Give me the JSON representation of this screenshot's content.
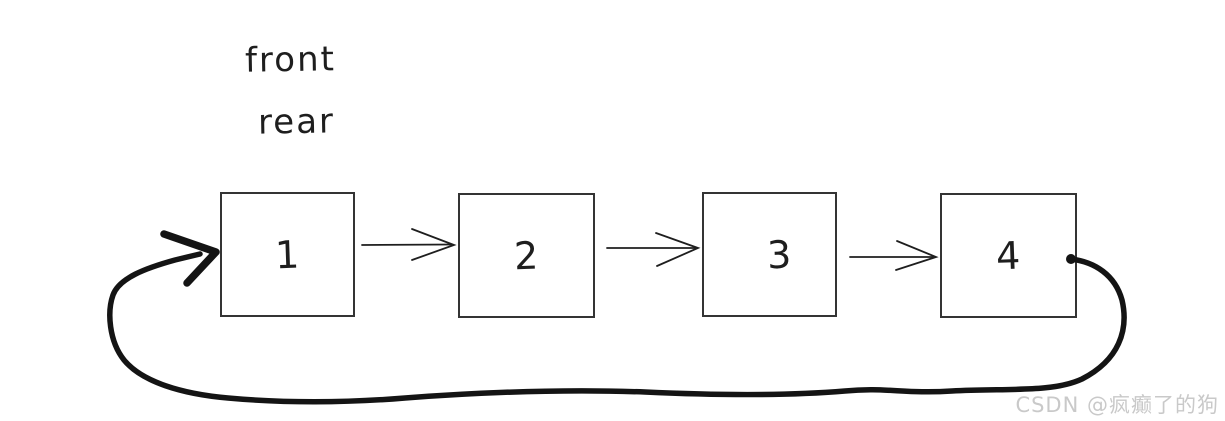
{
  "diagram": {
    "type": "circular-queue-linked-list",
    "labels": {
      "front": "front",
      "rear": "rear"
    },
    "nodes": [
      {
        "value": "1"
      },
      {
        "value": "2"
      },
      {
        "value": "3"
      },
      {
        "value": "4"
      }
    ],
    "edges": [
      {
        "from": "1",
        "to": "2",
        "style": "thin-open-arrow"
      },
      {
        "from": "2",
        "to": "3",
        "style": "thin-open-arrow"
      },
      {
        "from": "3",
        "to": "4",
        "style": "thin-open-arrow"
      },
      {
        "from": "4",
        "to": "1",
        "style": "thick-loop-arrow"
      }
    ],
    "colors": {
      "ink": "#1e1e1e",
      "node_border": "#343434",
      "background": "#ffffff",
      "watermark_gray": "#c9c9c9"
    }
  },
  "watermark": {
    "text": "CSDN @疯癫了的狗"
  }
}
